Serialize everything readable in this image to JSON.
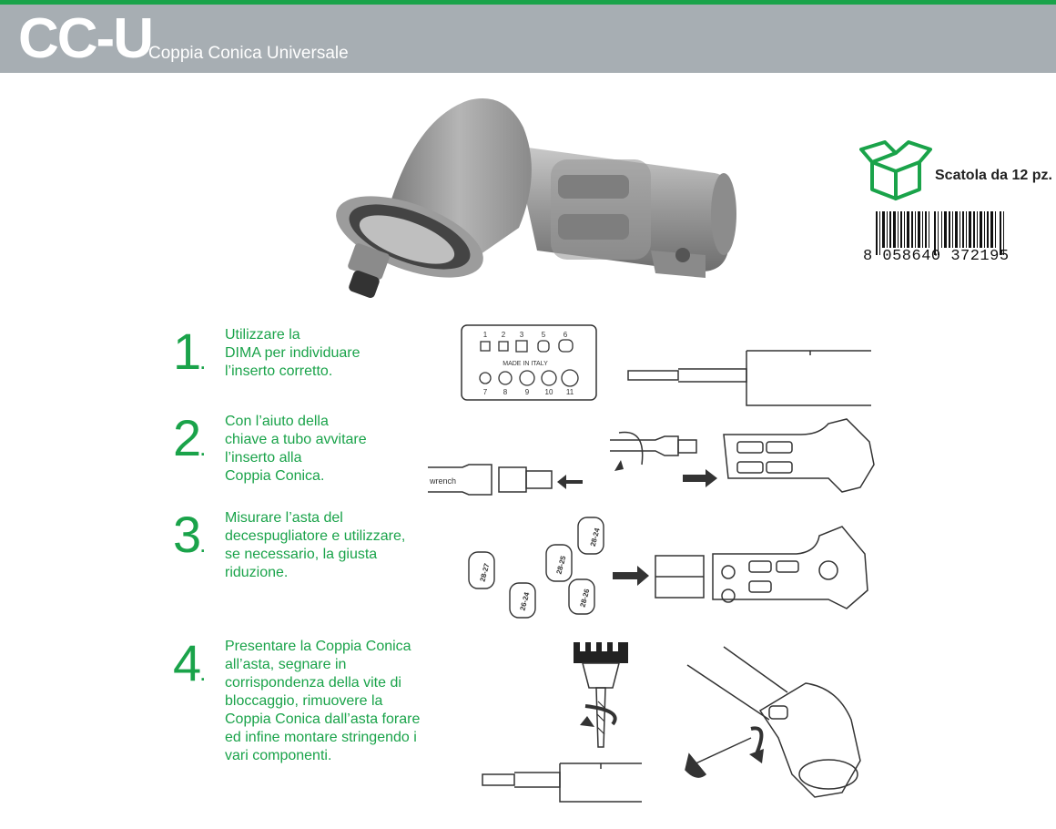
{
  "header": {
    "code": "CC-U",
    "subtitle": "Coppia Conica Universale"
  },
  "package": {
    "label": "Scatola da 12 pz.",
    "barcode_digits": "8 058640 372195"
  },
  "steps": [
    {
      "number": "1",
      "lines": [
        "Utilizzare la",
        "DIMA per individuare",
        "l’inserto corretto."
      ]
    },
    {
      "number": "2",
      "lines": [
        "Con l’aiuto della",
        "chiave a tubo avvitare",
        "l’inserto alla",
        "Coppia Conica."
      ]
    },
    {
      "number": "3",
      "lines": [
        "Misurare l’asta del",
        "decespugliatore e utilizzare,",
        "se necessario, la giusta",
        "riduzione."
      ]
    },
    {
      "number": "4",
      "lines": [
        "Presentare la Coppia Conica",
        "all’asta, segnare in",
        "corrispondenza della vite di",
        "bloccaggio, rimuovere la",
        "Coppia Conica dall’asta forare",
        "ed infine montare stringendo i",
        "vari componenti."
      ]
    }
  ],
  "template_gauge": {
    "top_numbers": [
      "1",
      "2",
      "3",
      "5",
      "6"
    ],
    "label": "MADE IN ITALY",
    "bottom_numbers": [
      "7",
      "8",
      "9",
      "10",
      "11"
    ]
  },
  "wrench_label": "wrench",
  "reducers": [
    "28-27",
    "28-25",
    "26-24",
    "28-26",
    "28-24"
  ],
  "colors": {
    "accent_green": "#1aa34a",
    "header_gray": "#a7aeb3"
  }
}
